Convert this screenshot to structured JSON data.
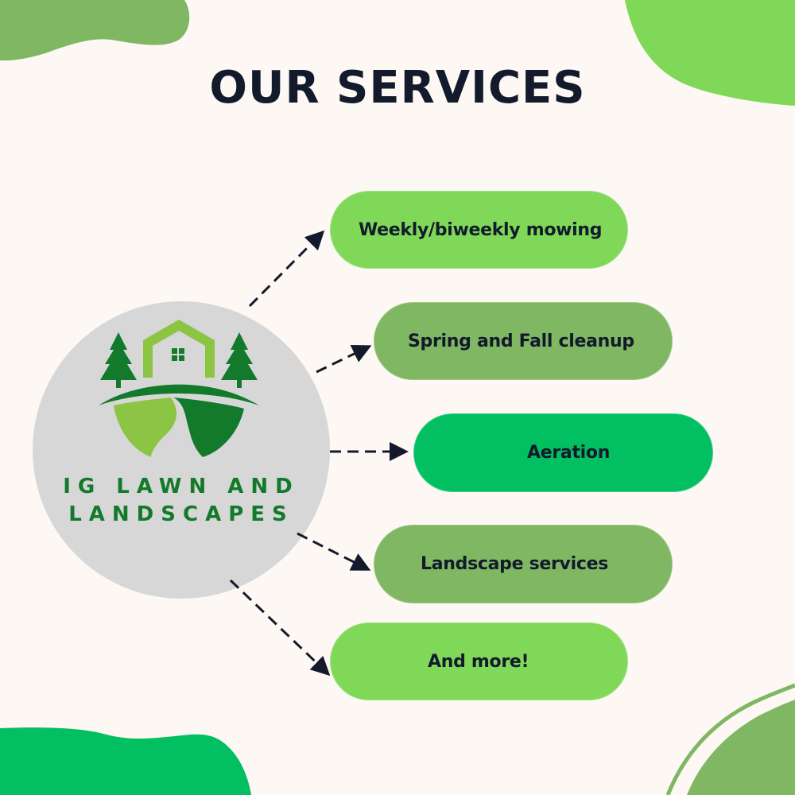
{
  "title": "OUR SERVICES",
  "logo": {
    "line1": "IG LAWN AND",
    "line2": "LANDSCAPES",
    "icon": "house-trees-lawn-icon"
  },
  "services": [
    {
      "label": "Weekly/biweekly mowing",
      "color": "#7fd858"
    },
    {
      "label": "Spring and Fall cleanup",
      "color": "#7fb763"
    },
    {
      "label": "Aeration",
      "color": "#02bf62"
    },
    {
      "label": "Landscape services",
      "color": "#7fb763"
    },
    {
      "label": "And more!",
      "color": "#7fd858"
    }
  ],
  "colors": {
    "background": "#fdf8f3",
    "text_dark": "#121a2b",
    "logo_dark_green": "#127a2a",
    "logo_light_green": "#8cc443",
    "logo_circle": "#d7d7d7",
    "blob_top_left": "#7fb763",
    "blob_top_right": "#7fd858",
    "blob_bottom_left": "#02bf62",
    "blob_bottom_right": "#7fb763"
  }
}
